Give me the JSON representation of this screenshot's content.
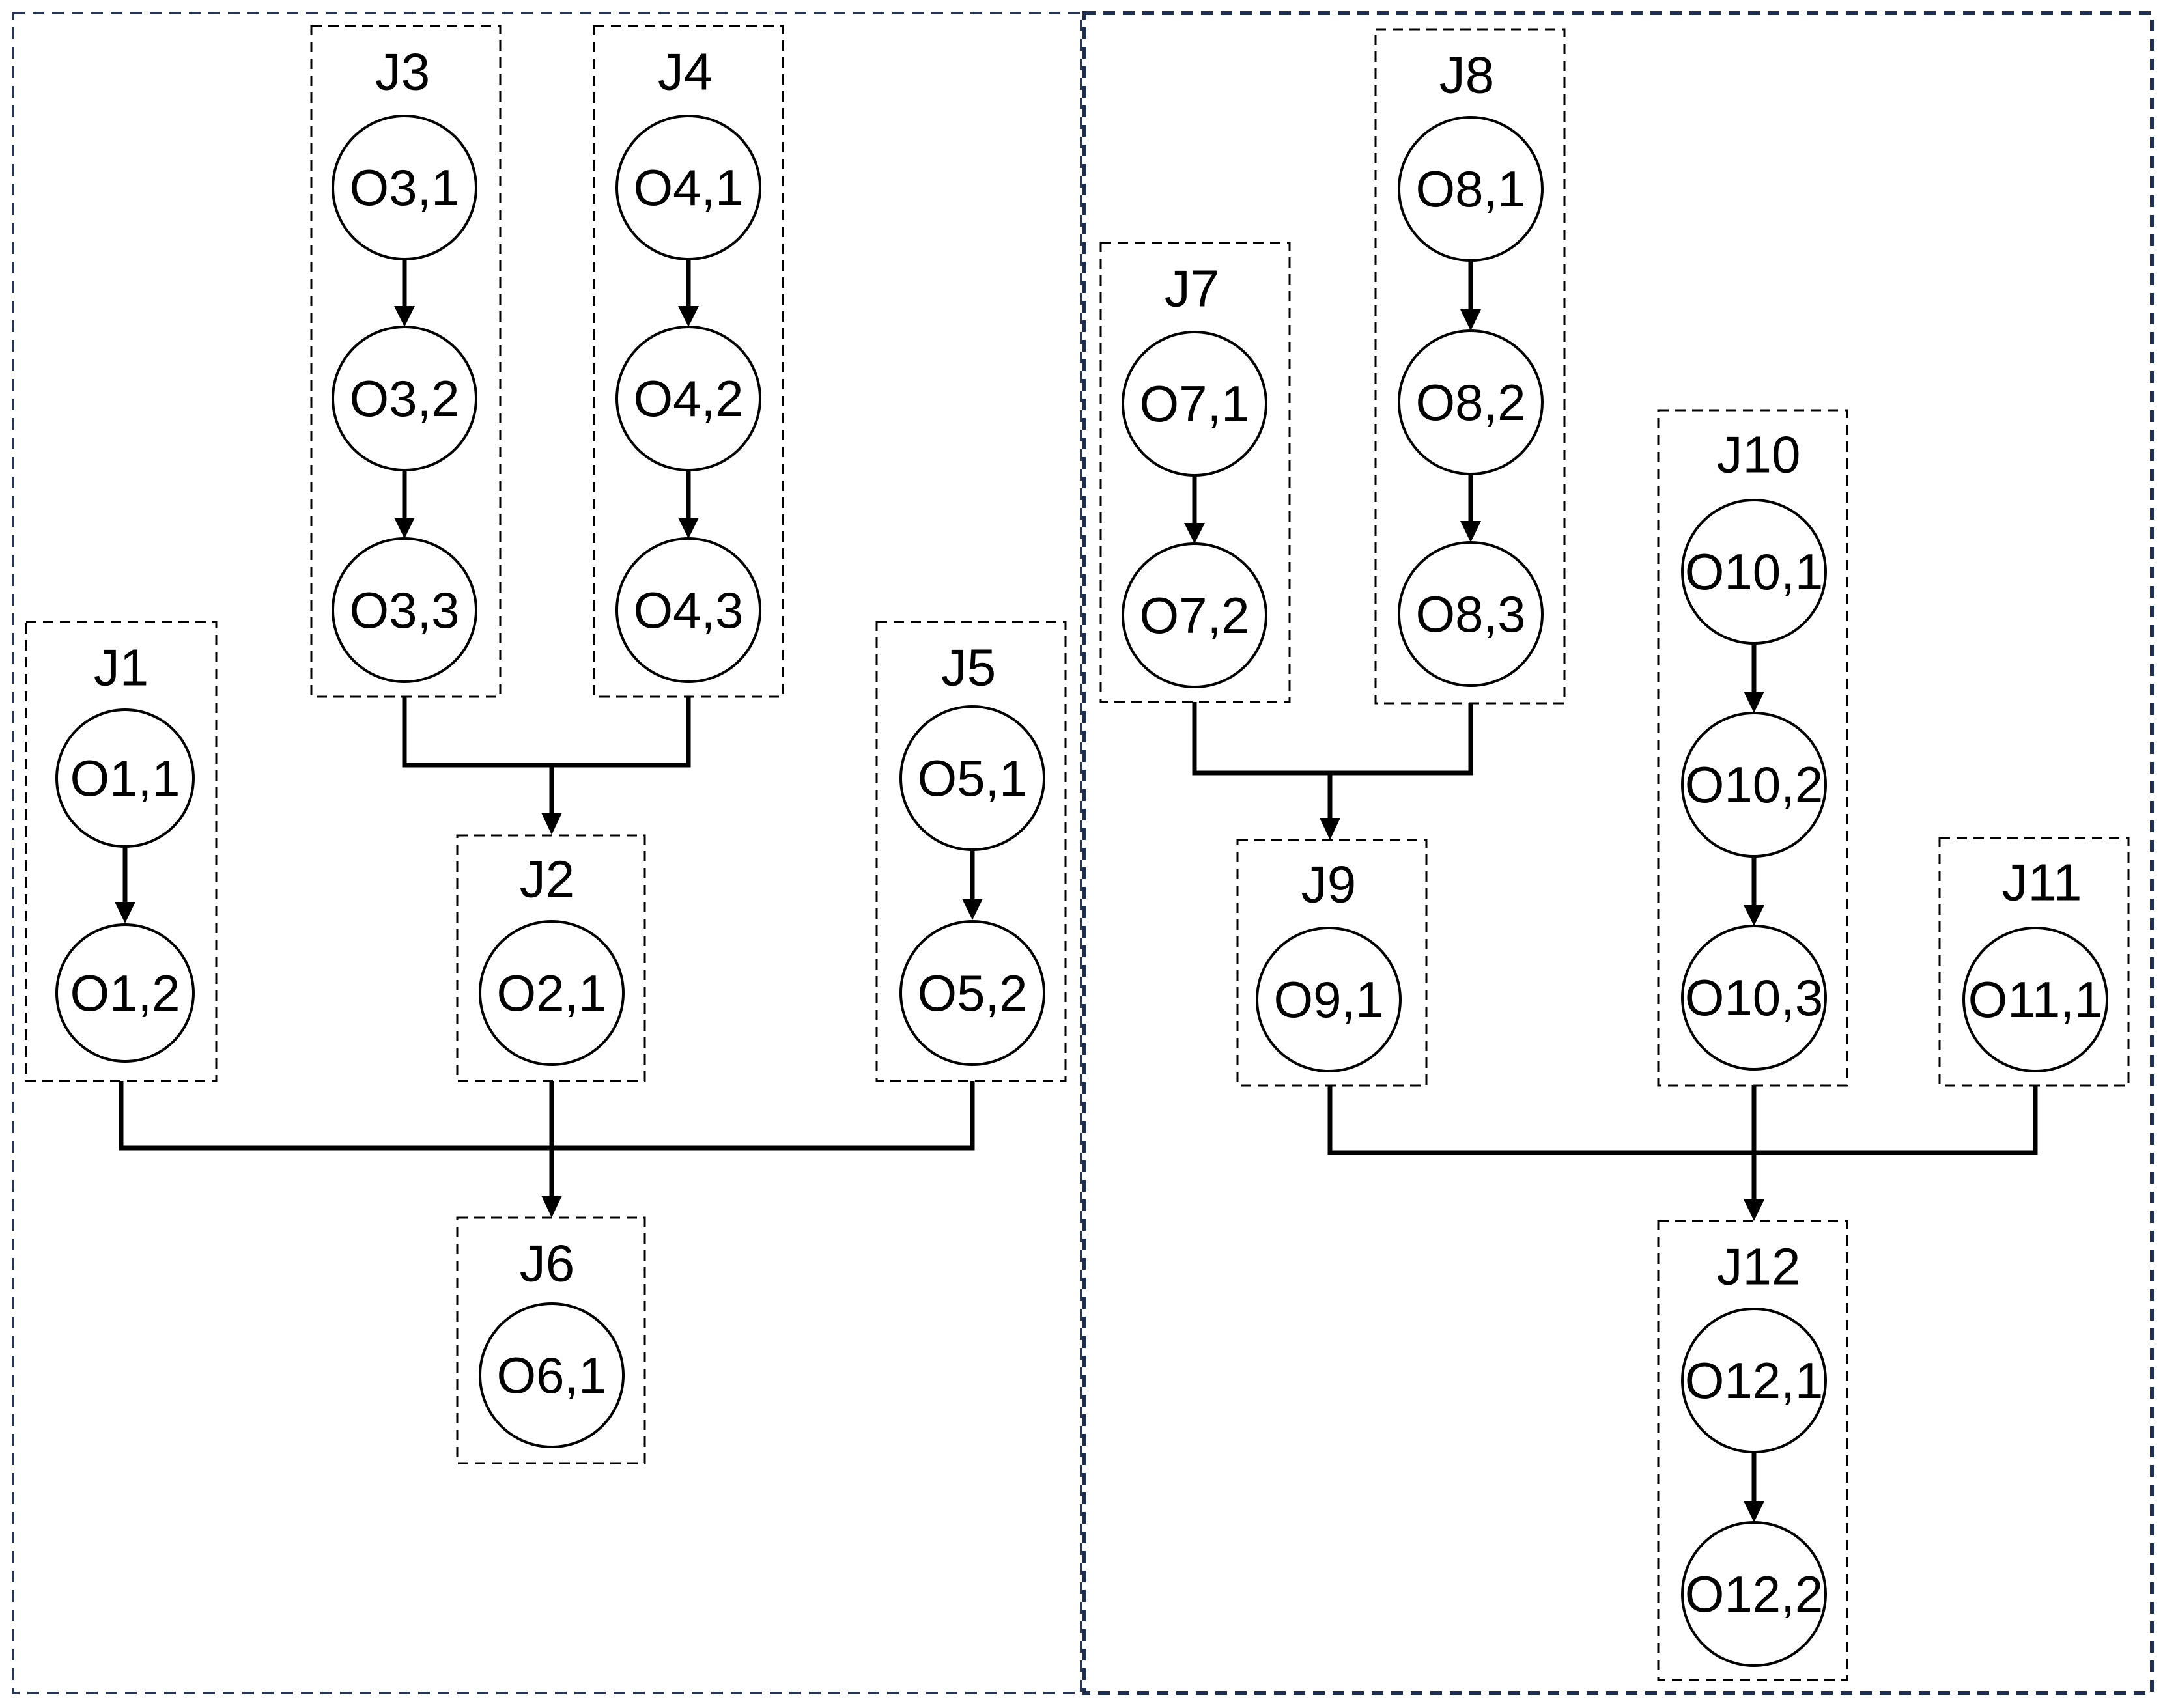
{
  "colors": {
    "panel_left_border": "#2a3550",
    "panel_right_border": "#1f2d4e",
    "box_border": "#000000",
    "edge": "#000000",
    "background": "#ffffff"
  },
  "jobs": {
    "J1": {
      "label": "J1",
      "ops": [
        "O1,1",
        "O1,2"
      ]
    },
    "J2": {
      "label": "J2",
      "ops": [
        "O2,1"
      ]
    },
    "J3": {
      "label": "J3",
      "ops": [
        "O3,1",
        "O3,2",
        "O3,3"
      ]
    },
    "J4": {
      "label": "J4",
      "ops": [
        "O4,1",
        "O4,2",
        "O4,3"
      ]
    },
    "J5": {
      "label": "J5",
      "ops": [
        "O5,1",
        "O5,2"
      ]
    },
    "J6": {
      "label": "J6",
      "ops": [
        "O6,1"
      ]
    },
    "J7": {
      "label": "J7",
      "ops": [
        "O7,1",
        "O7,2"
      ]
    },
    "J8": {
      "label": "J8",
      "ops": [
        "O8,1",
        "O8,2",
        "O8,3"
      ]
    },
    "J9": {
      "label": "J9",
      "ops": [
        "O9,1"
      ]
    },
    "J10": {
      "label": "J10",
      "ops": [
        "O10,1",
        "O10,2",
        "O10,3"
      ]
    },
    "J11": {
      "label": "J11",
      "ops": [
        "O11,1"
      ]
    },
    "J12": {
      "label": "J12",
      "ops": [
        "O12,1",
        "O12,2"
      ]
    }
  },
  "precedence": [
    {
      "from": [
        "J3",
        "J4"
      ],
      "to": "J2"
    },
    {
      "from": [
        "J1",
        "J2",
        "J5"
      ],
      "to": "J6"
    },
    {
      "from": [
        "J7",
        "J8"
      ],
      "to": "J9"
    },
    {
      "from": [
        "J9",
        "J10",
        "J11"
      ],
      "to": "J12"
    }
  ]
}
